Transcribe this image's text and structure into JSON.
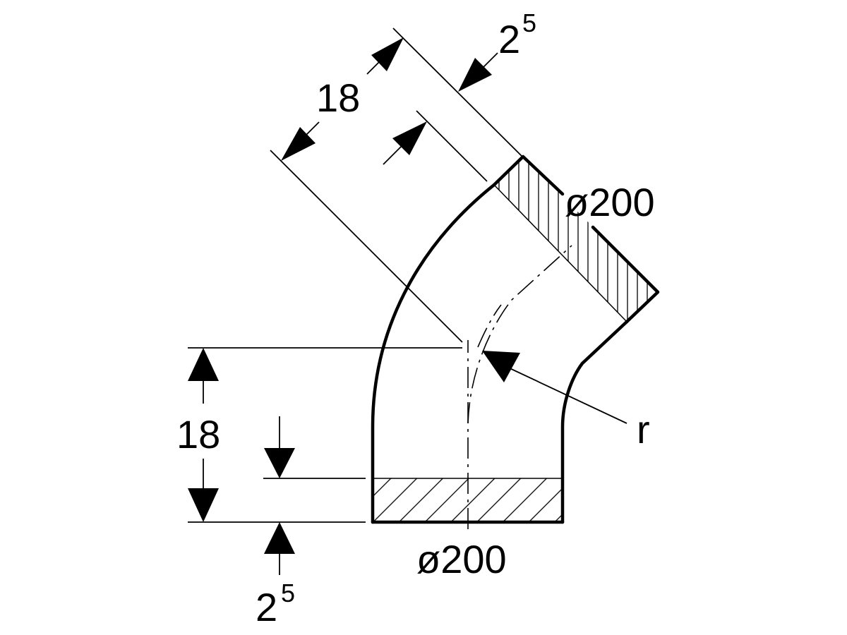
{
  "diagram": {
    "colors": {
      "line": "#000000",
      "background": "#ffffff"
    },
    "labels": {
      "top_length": "18",
      "top_offset_base": "2",
      "top_offset_exp": "5",
      "top_diameter": "ø200",
      "bottom_diameter": "ø200",
      "left_length": "18",
      "bottom_offset_base": "2",
      "bottom_offset_exp": "5",
      "radius": "r"
    }
  }
}
